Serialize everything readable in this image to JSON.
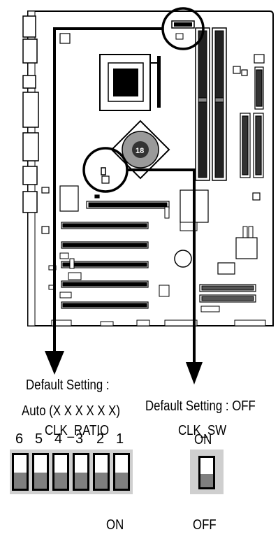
{
  "left_callout": {
    "default_setting_label": "Default Setting :",
    "default_value": "Auto (X X X X X X)",
    "name": "CLK_RATIO",
    "switch_numbers": [
      "6",
      "5",
      "4",
      "3",
      "2",
      "1"
    ],
    "on_label": "ON"
  },
  "right_callout": {
    "default_setting_label": "Default  Setting : OFF",
    "name": "CLK_SW",
    "on_label": "ON",
    "off_label": "OFF"
  },
  "colors": {
    "switch_body": "#cfcfcf",
    "switch_lever": "#7f7f7f",
    "outline": "#000000"
  }
}
